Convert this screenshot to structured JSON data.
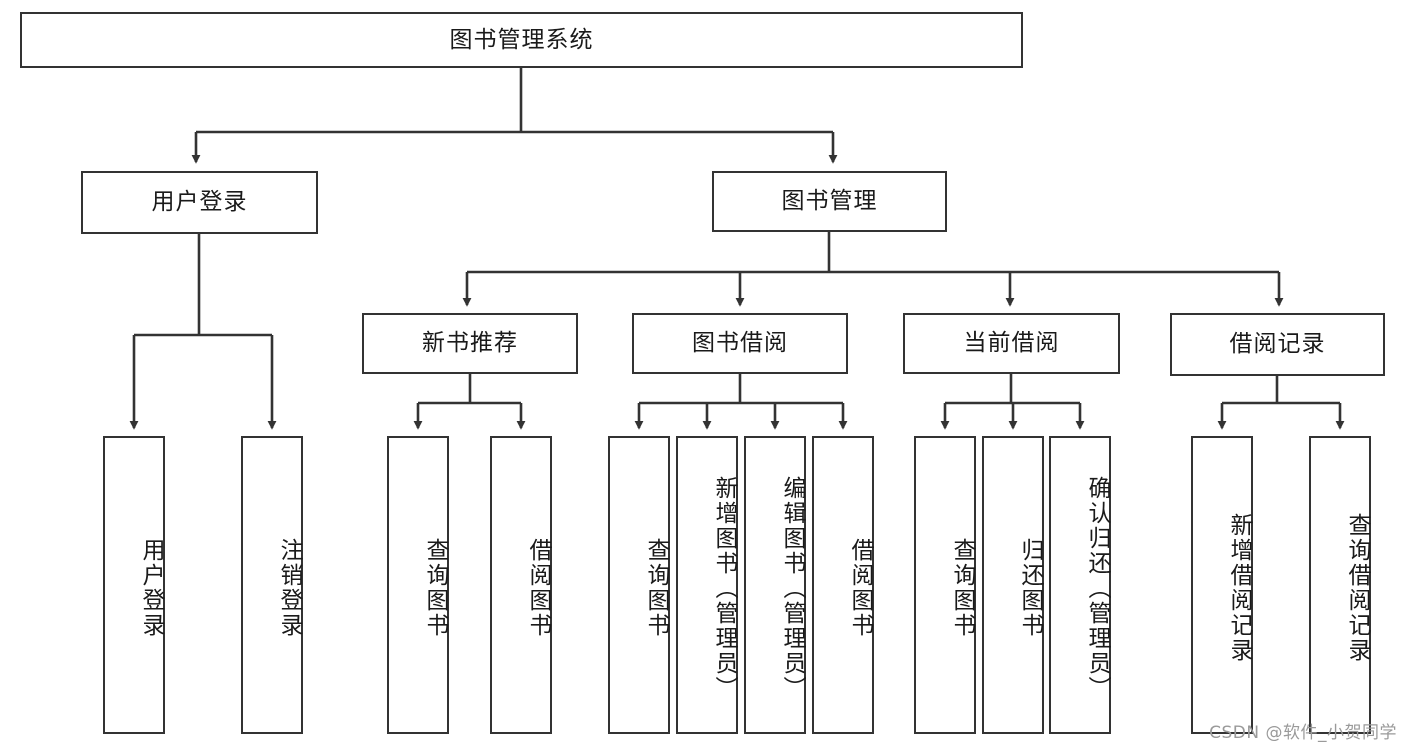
{
  "diagram": {
    "type": "tree-hierarchy",
    "title": "图书管理系统",
    "watermark": "CSDN @软件_小贺同学",
    "colors": {
      "stroke": "#333333",
      "fill": "#ffffff",
      "text": "#1a1a1a",
      "watermark": "#9a9a9a"
    },
    "nodes": {
      "root": {
        "label": "图书管理系统",
        "level": 0,
        "orientation": "horizontal"
      },
      "l1": [
        {
          "id": "user-login",
          "label": "用户登录",
          "orientation": "horizontal"
        },
        {
          "id": "book-management",
          "label": "图书管理",
          "orientation": "horizontal"
        }
      ],
      "l2": [
        {
          "id": "new-book-recommend",
          "label": "新书推荐",
          "orientation": "horizontal",
          "parent": "book-management"
        },
        {
          "id": "book-borrow",
          "label": "图书借阅",
          "orientation": "horizontal",
          "parent": "book-management"
        },
        {
          "id": "current-borrow",
          "label": "当前借阅",
          "orientation": "horizontal",
          "parent": "book-management"
        },
        {
          "id": "borrow-record",
          "label": "借阅记录",
          "orientation": "horizontal",
          "parent": "book-management"
        }
      ],
      "leaves": [
        {
          "id": "leaf-user-login",
          "label": "用户登录",
          "parent": "user-login",
          "orientation": "vertical"
        },
        {
          "id": "leaf-user-logout",
          "label": "注销登录",
          "parent": "user-login",
          "orientation": "vertical"
        },
        {
          "id": "leaf-query-book-1",
          "label": "查询图书",
          "parent": "new-book-recommend",
          "orientation": "vertical"
        },
        {
          "id": "leaf-borrow-book-1",
          "label": "借阅图书",
          "parent": "new-book-recommend",
          "orientation": "vertical"
        },
        {
          "id": "leaf-query-book-2",
          "label": "查询图书",
          "parent": "book-borrow",
          "orientation": "vertical"
        },
        {
          "id": "leaf-add-book",
          "label": "新增图书（管理员）",
          "parent": "book-borrow",
          "orientation": "vertical"
        },
        {
          "id": "leaf-edit-book",
          "label": "编辑图书（管理员）",
          "parent": "book-borrow",
          "orientation": "vertical"
        },
        {
          "id": "leaf-borrow-book-2",
          "label": "借阅图书",
          "parent": "book-borrow",
          "orientation": "vertical"
        },
        {
          "id": "leaf-query-book-3",
          "label": "查询图书",
          "parent": "current-borrow",
          "orientation": "vertical"
        },
        {
          "id": "leaf-return-book",
          "label": "归还图书",
          "parent": "current-borrow",
          "orientation": "vertical"
        },
        {
          "id": "leaf-confirm-return",
          "label": "确认归还（管理员）",
          "parent": "current-borrow",
          "orientation": "vertical"
        },
        {
          "id": "leaf-add-record",
          "label": "新增借阅记录",
          "parent": "borrow-record",
          "orientation": "vertical"
        },
        {
          "id": "leaf-query-record",
          "label": "查询借阅记录",
          "parent": "borrow-record",
          "orientation": "vertical"
        }
      ]
    }
  }
}
